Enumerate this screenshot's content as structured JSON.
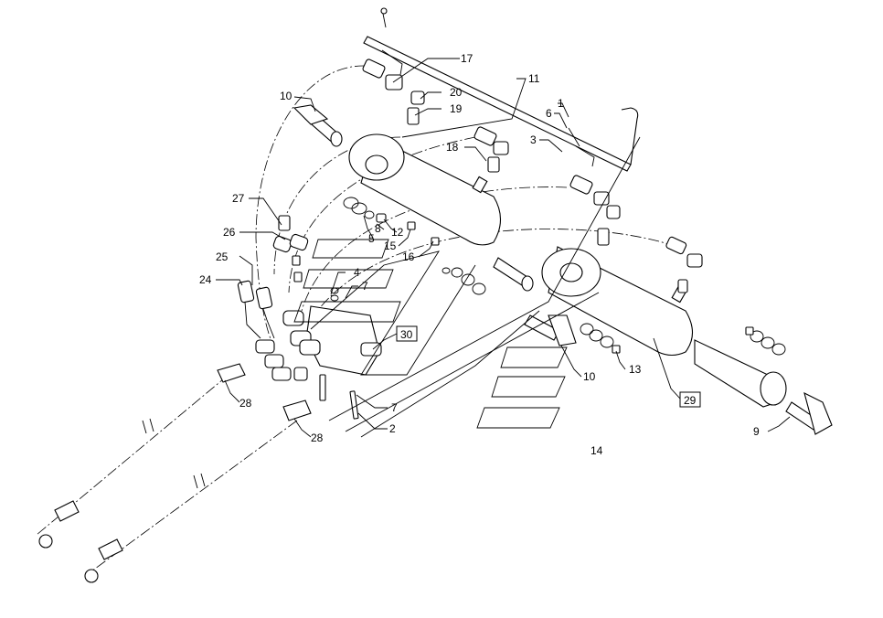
{
  "diagram": {
    "callouts": [
      {
        "id": "c1",
        "text": "1"
      },
      {
        "id": "c2",
        "text": "2"
      },
      {
        "id": "c3",
        "text": "3"
      },
      {
        "id": "c4",
        "text": "4"
      },
      {
        "id": "c5",
        "text": "5"
      },
      {
        "id": "c6",
        "text": "6"
      },
      {
        "id": "c7a",
        "text": "7"
      },
      {
        "id": "c7b",
        "text": "7"
      },
      {
        "id": "c8",
        "text": "8"
      },
      {
        "id": "c9",
        "text": "9"
      },
      {
        "id": "c10a",
        "text": "10"
      },
      {
        "id": "c10b",
        "text": "10"
      },
      {
        "id": "c11",
        "text": "11"
      },
      {
        "id": "c12",
        "text": "12"
      },
      {
        "id": "c13",
        "text": "13"
      },
      {
        "id": "c14",
        "text": "14"
      },
      {
        "id": "c15",
        "text": "15"
      },
      {
        "id": "c16",
        "text": "16"
      },
      {
        "id": "c17",
        "text": "17"
      },
      {
        "id": "c18",
        "text": "18"
      },
      {
        "id": "c19",
        "text": "19"
      },
      {
        "id": "c20",
        "text": "20"
      },
      {
        "id": "c24",
        "text": "24"
      },
      {
        "id": "c25",
        "text": "25"
      },
      {
        "id": "c26",
        "text": "26"
      },
      {
        "id": "c27",
        "text": "27"
      },
      {
        "id": "c28a",
        "text": "28"
      },
      {
        "id": "c28b",
        "text": "28"
      }
    ],
    "boxed_callouts": [
      {
        "id": "b29",
        "text": "29"
      },
      {
        "id": "b30",
        "text": "30"
      }
    ]
  }
}
